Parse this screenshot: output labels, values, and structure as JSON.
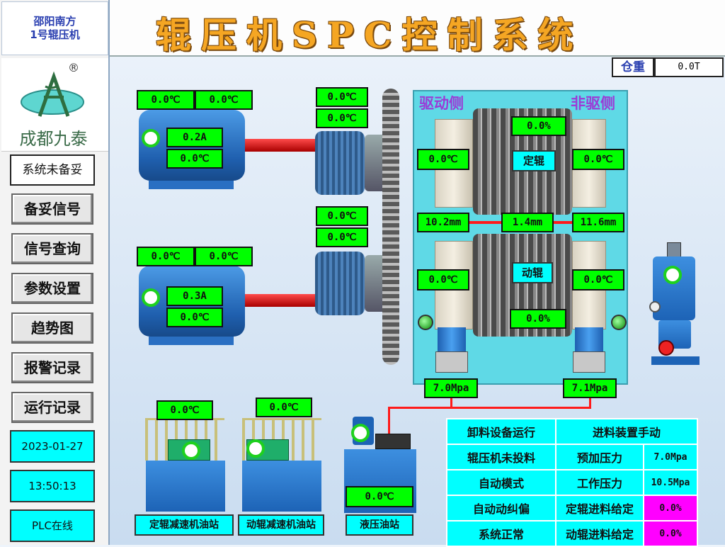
{
  "header": {
    "site_line1": "邵阳南方",
    "site_line2": "1号辊压机",
    "title": "辊压机SPC控制系统"
  },
  "sidebar": {
    "logo_mark": "®",
    "logo_text": "成都九泰",
    "system_status": "系统未备妥",
    "nav": [
      {
        "label": "备妥信号"
      },
      {
        "label": "信号查询"
      },
      {
        "label": "参数设置"
      },
      {
        "label": "趋势图"
      },
      {
        "label": "报警记录"
      },
      {
        "label": "运行记录"
      }
    ],
    "date": "2023-01-27",
    "time": "13:50:13",
    "plc_status": "PLC在线"
  },
  "bin": {
    "label": "仓重",
    "value": "0.0T"
  },
  "drive_labels": {
    "drive": "驱动侧",
    "nondrive": "非驱侧"
  },
  "motor_top": {
    "temp1": "0.0℃",
    "temp2": "0.0℃",
    "current": "0.2A",
    "temp3": "0.0℃"
  },
  "motor_bottom": {
    "temp1": "0.0℃",
    "temp2": "0.0℃",
    "current": "0.3A",
    "temp3": "0.0℃"
  },
  "reducer_top": {
    "temp1": "0.0℃",
    "temp2": "0.0℃"
  },
  "reducer_bottom": {
    "temp1": "0.0℃",
    "temp2": "0.0℃"
  },
  "fixed_roll": {
    "label": "定辊",
    "percent": "0.0%",
    "temp_drive": "0.0℃",
    "temp_nondrive": "0.0℃"
  },
  "moving_roll": {
    "label": "动辊",
    "percent": "0.0%",
    "temp_drive": "0.0℃",
    "temp_nondrive": "0.0℃"
  },
  "gap": {
    "drive": "10.2mm",
    "center": "1.4mm",
    "nondrive": "11.6mm"
  },
  "pressure": {
    "drive": "7.0Mpa",
    "nondrive": "7.1Mpa"
  },
  "stations": {
    "fixed_reducer_temp": "0.0℃",
    "fixed_reducer_label": "定辊减速机油站",
    "moving_reducer_temp": "0.0℃",
    "moving_reducer_label": "动辊减速机油站",
    "hydraulic_temp": "0.0℃",
    "hydraulic_label": "液压油站"
  },
  "status_table": {
    "r1c1": "卸料设备运行",
    "r1c2": "进料装置手动",
    "r2c1": "辊压机未投料",
    "r2c2": "预加压力",
    "r2c3": "7.0Mpa",
    "r3c1": "自动模式",
    "r3c2": "工作压力",
    "r3c3": "10.5Mpa",
    "r4c1": "自动动纠偏",
    "r4c2": "定辊进料给定",
    "r4c3": "0.0%",
    "r5c1": "系统正常",
    "r5c2": "动辊进料给定",
    "r5c3": "0.0%"
  },
  "colors": {
    "value_box": "#00ff00",
    "label_box": "#00ffff",
    "highlight": "#ff00ff",
    "title": "#f5a623"
  }
}
